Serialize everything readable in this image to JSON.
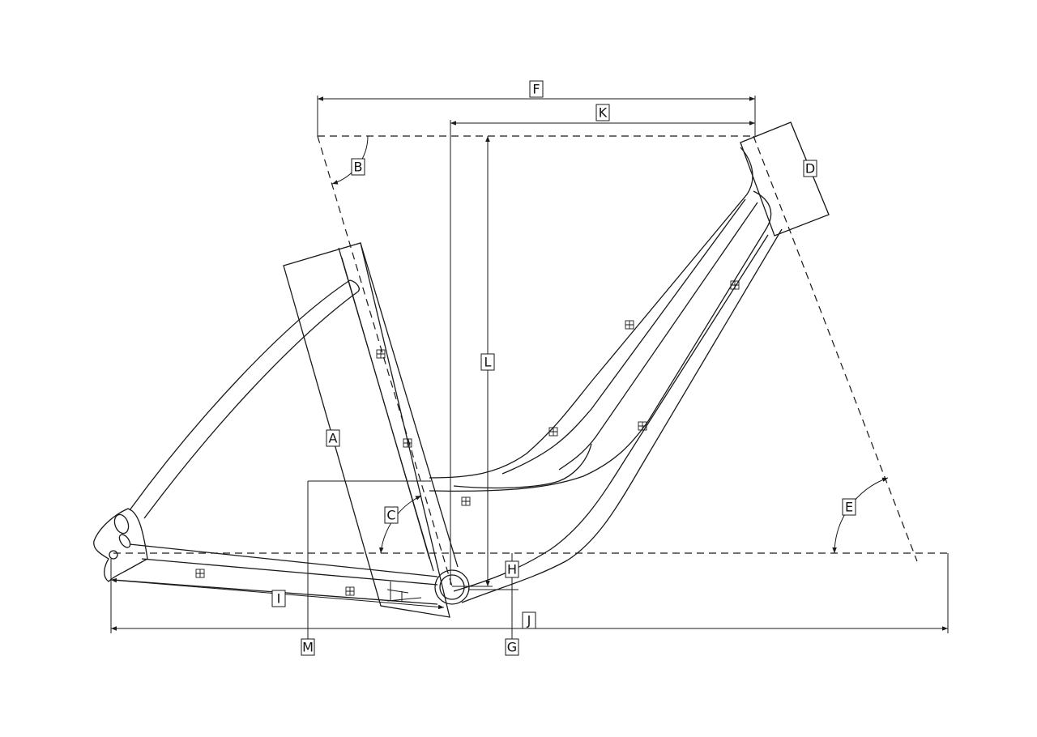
{
  "diagram": {
    "labels": {
      "A": "A",
      "B": "B",
      "C": "C",
      "D": "D",
      "E": "E",
      "F": "F",
      "G": "G",
      "H": "H",
      "I": "I",
      "J": "J",
      "K": "K",
      "L": "L",
      "M": "M"
    }
  }
}
